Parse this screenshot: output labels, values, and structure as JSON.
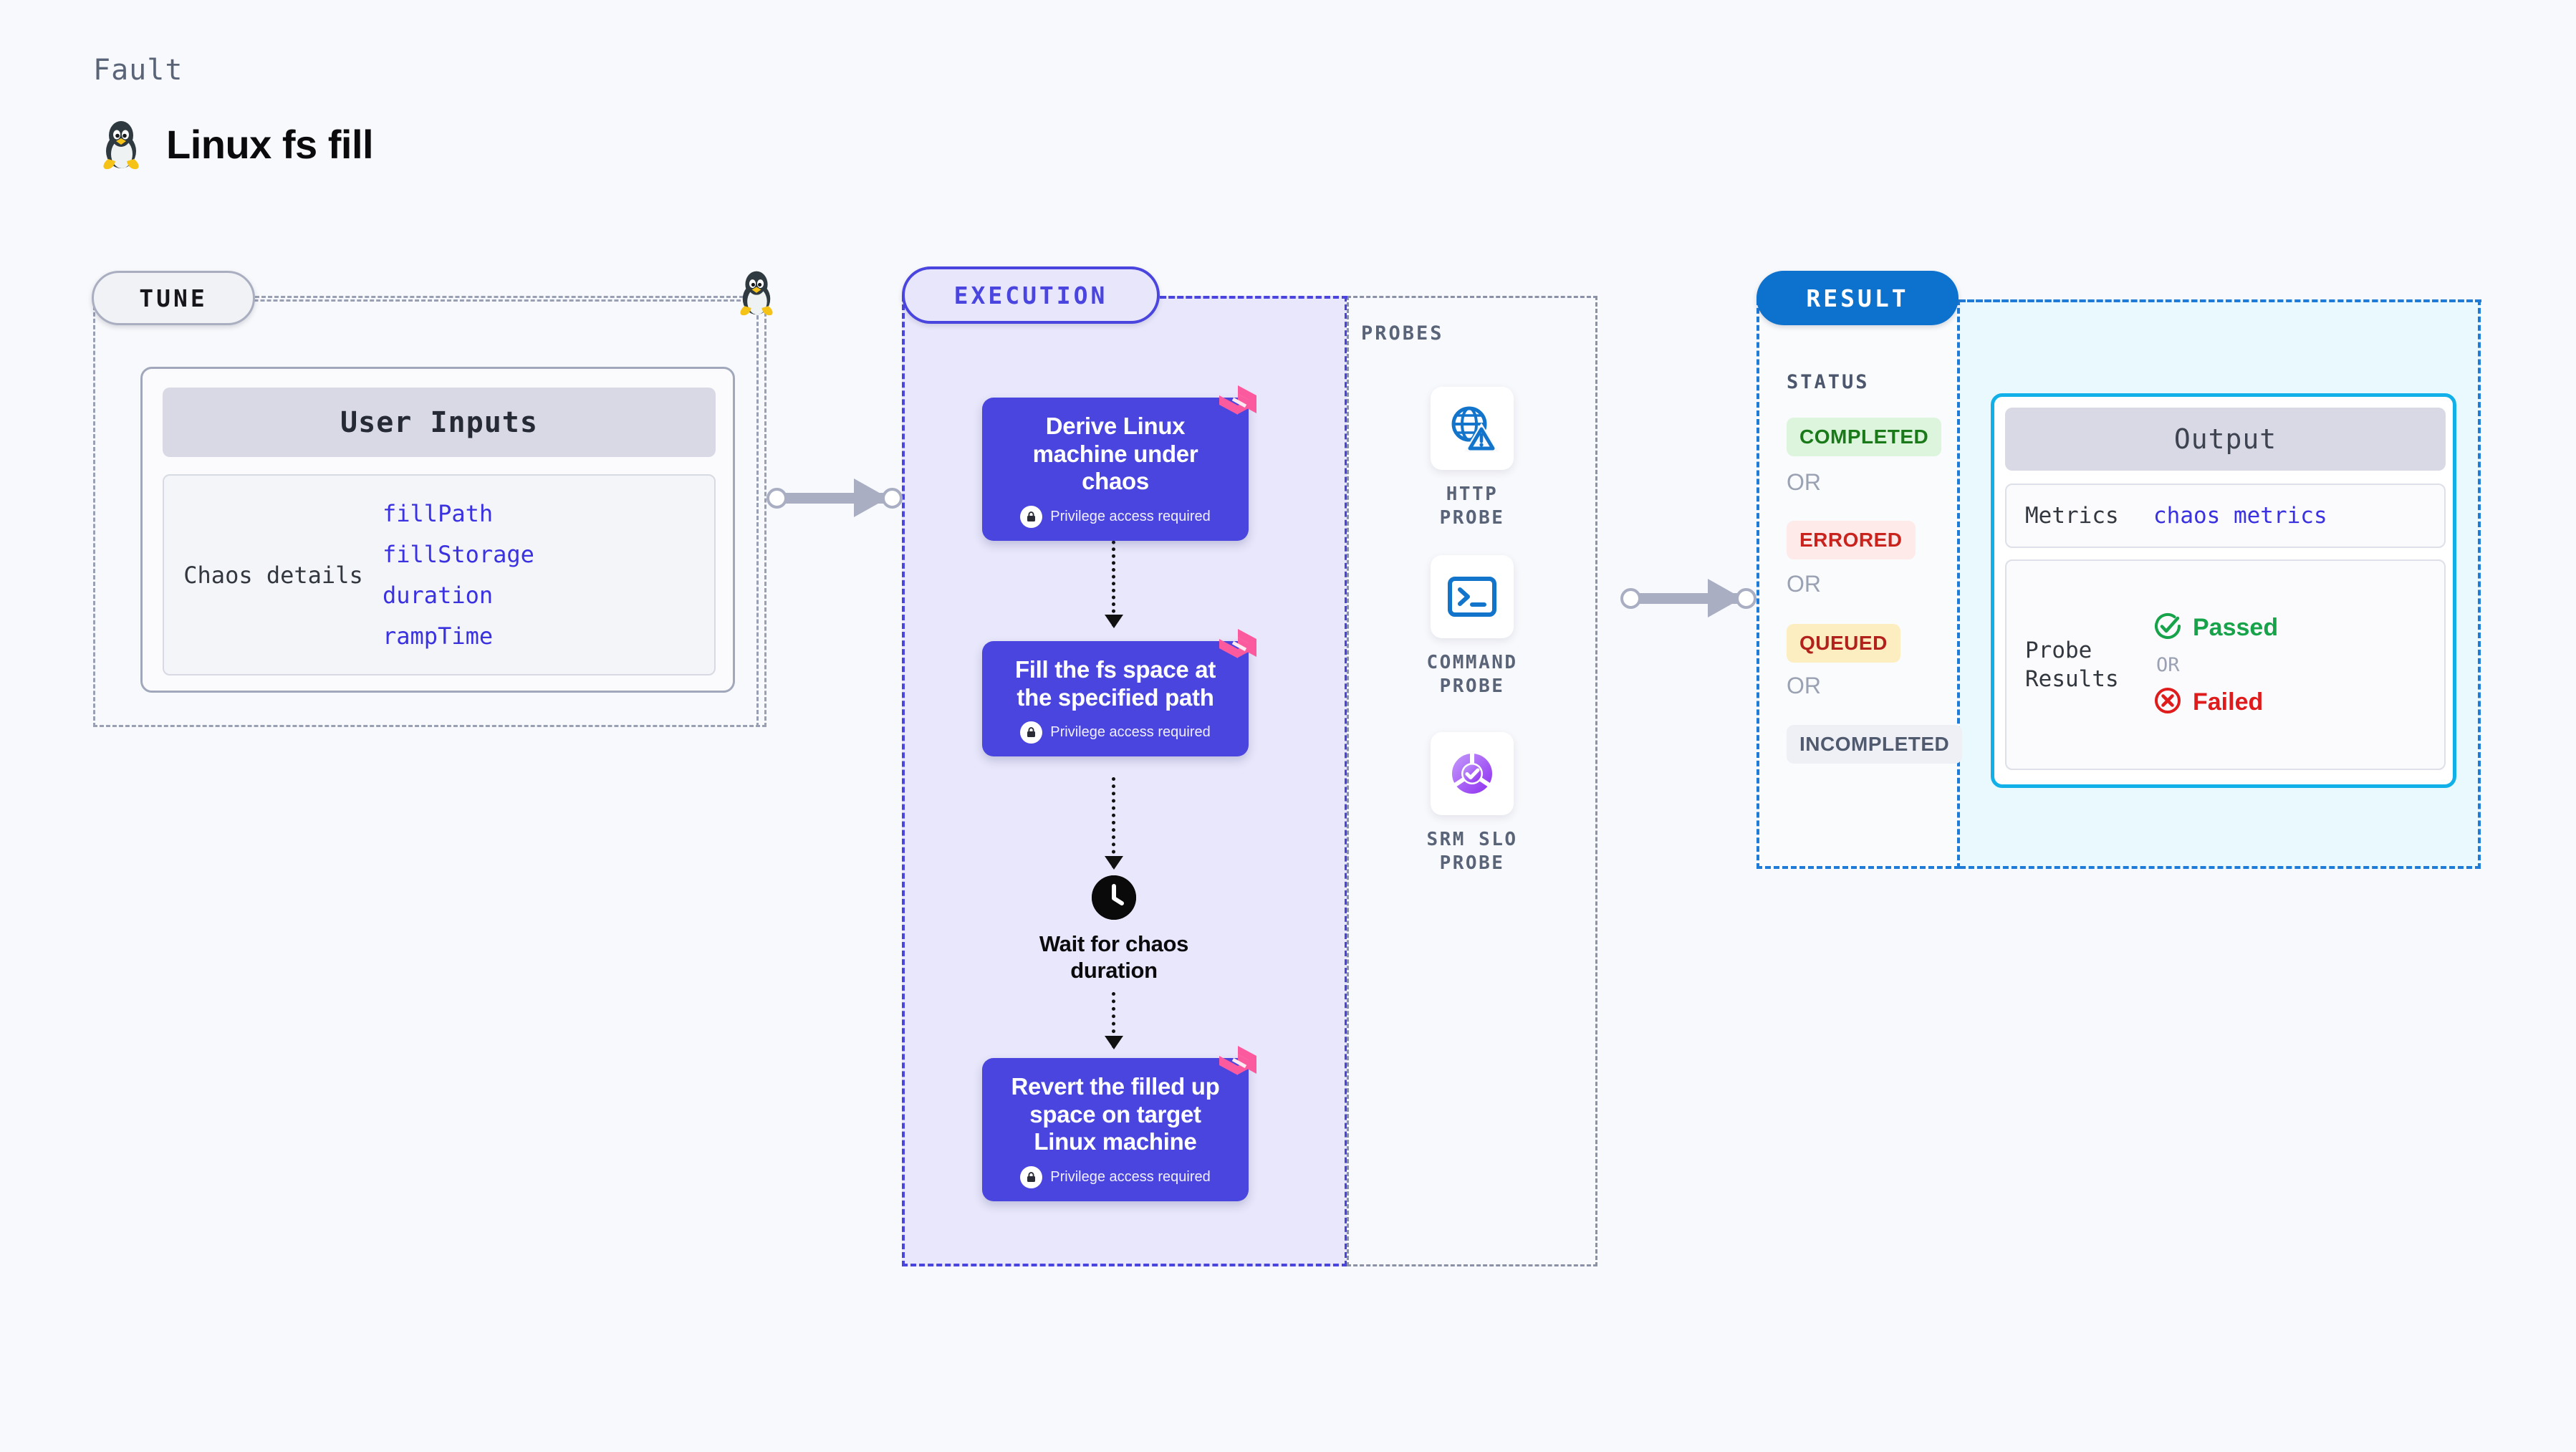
{
  "header": {
    "kicker": "Fault",
    "title": "Linux fs fill",
    "icon": "linux-penguin-icon"
  },
  "tune": {
    "badge": "TUNE",
    "card_header": "User Inputs",
    "detail_label": "Chaos details",
    "inputs": [
      "fillPath",
      "fillStorage",
      "duration",
      "rampTime"
    ]
  },
  "execution": {
    "badge": "EXECUTION",
    "privilege_note": "Privilege access required",
    "steps": [
      {
        "title": "Derive Linux machine under chaos",
        "privileged": true
      },
      {
        "title": "Fill the fs space at the specified path",
        "privileged": true
      },
      {
        "title": "Revert the filled up space on target Linux machine",
        "privileged": true
      }
    ],
    "wait": {
      "label": "Wait for chaos duration",
      "icon": "clock-icon"
    }
  },
  "probes": {
    "title": "PROBES",
    "items": [
      {
        "label": "HTTP PROBE",
        "icon": "globe-warning-icon"
      },
      {
        "label": "COMMAND PROBE",
        "icon": "terminal-icon"
      },
      {
        "label": "SRM SLO PROBE",
        "icon": "slo-donut-check-icon"
      }
    ]
  },
  "result": {
    "badge": "RESULT",
    "status_title": "STATUS",
    "or": "OR",
    "statuses": [
      {
        "label": "COMPLETED",
        "bg": "#ddf5dc",
        "fg": "#1a7a1a"
      },
      {
        "label": "ERRORED",
        "bg": "#fdeae9",
        "fg": "#c9231d"
      },
      {
        "label": "QUEUED",
        "bg": "#fdeec2",
        "fg": "#b3211c"
      },
      {
        "label": "INCOMPLETED",
        "bg": "#eff0f5",
        "fg": "#505a6e"
      }
    ],
    "output": {
      "header": "Output",
      "metrics_label": "Metrics",
      "metrics_value": "chaos metrics",
      "probe_results_label": "Probe Results",
      "passed": "Passed",
      "failed": "Failed",
      "or": "OR"
    }
  },
  "colors": {
    "background": "#f8f9fc",
    "execution_accent": "#4a45df",
    "execution_fill": "#e8e7fb",
    "result_accent": "#1e7bd8",
    "output_border": "#12b0e8",
    "output_fill": "#eaf9fd",
    "neutral_dash": "#9aa0b4",
    "connector": "#a9aec3",
    "harness_badge": "#fb5b9e",
    "probe_blue": "#1275cb",
    "probe_purple": "#9b46f0",
    "link_blue": "#3a31e0"
  }
}
